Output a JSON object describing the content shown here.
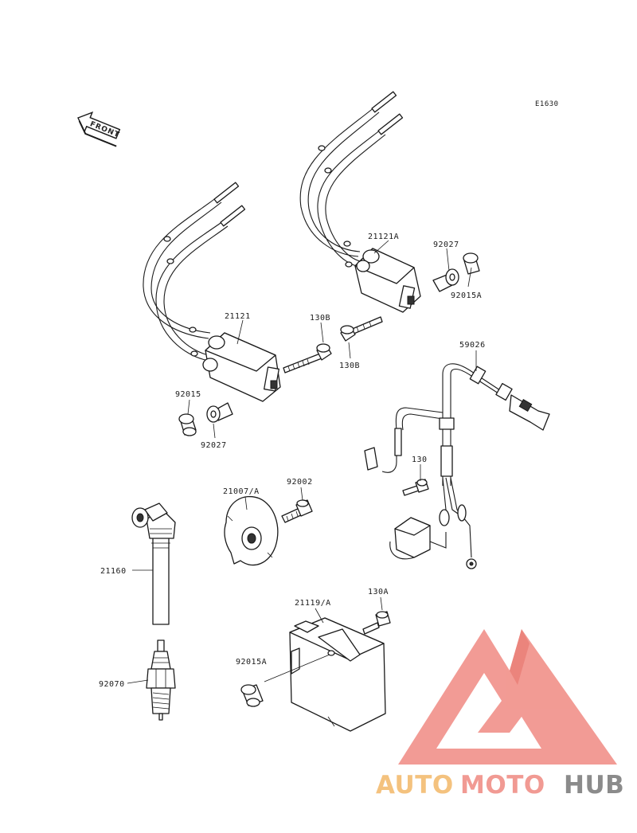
{
  "diagram": {
    "code": "E1630",
    "front_label": "FRONT",
    "parts": {
      "coil_front": "21121",
      "coil_rear": "21121A",
      "bolt_center": "130B",
      "nut_center": "130B",
      "collar_right": "92027",
      "cap_right": "92015A",
      "collar_left": "92015",
      "washer_left": "92027",
      "harness": "59026",
      "harness_bolt": "130",
      "rotor": "21007/A",
      "rotor_bolt": "92002",
      "plug_cap": "21160",
      "spark_plug": "92070",
      "igniter": "21119/A",
      "igniter_bolt": "130A",
      "igniter_collar": "92015A"
    }
  },
  "watermark": {
    "part1": "AUTO",
    "part2": "MOTO",
    "part3": "HUB",
    "colors": {
      "auto": "#f4c27e",
      "moto": "#f19a93",
      "hub": "#8b8b8b",
      "logo": "#f08a82"
    }
  }
}
